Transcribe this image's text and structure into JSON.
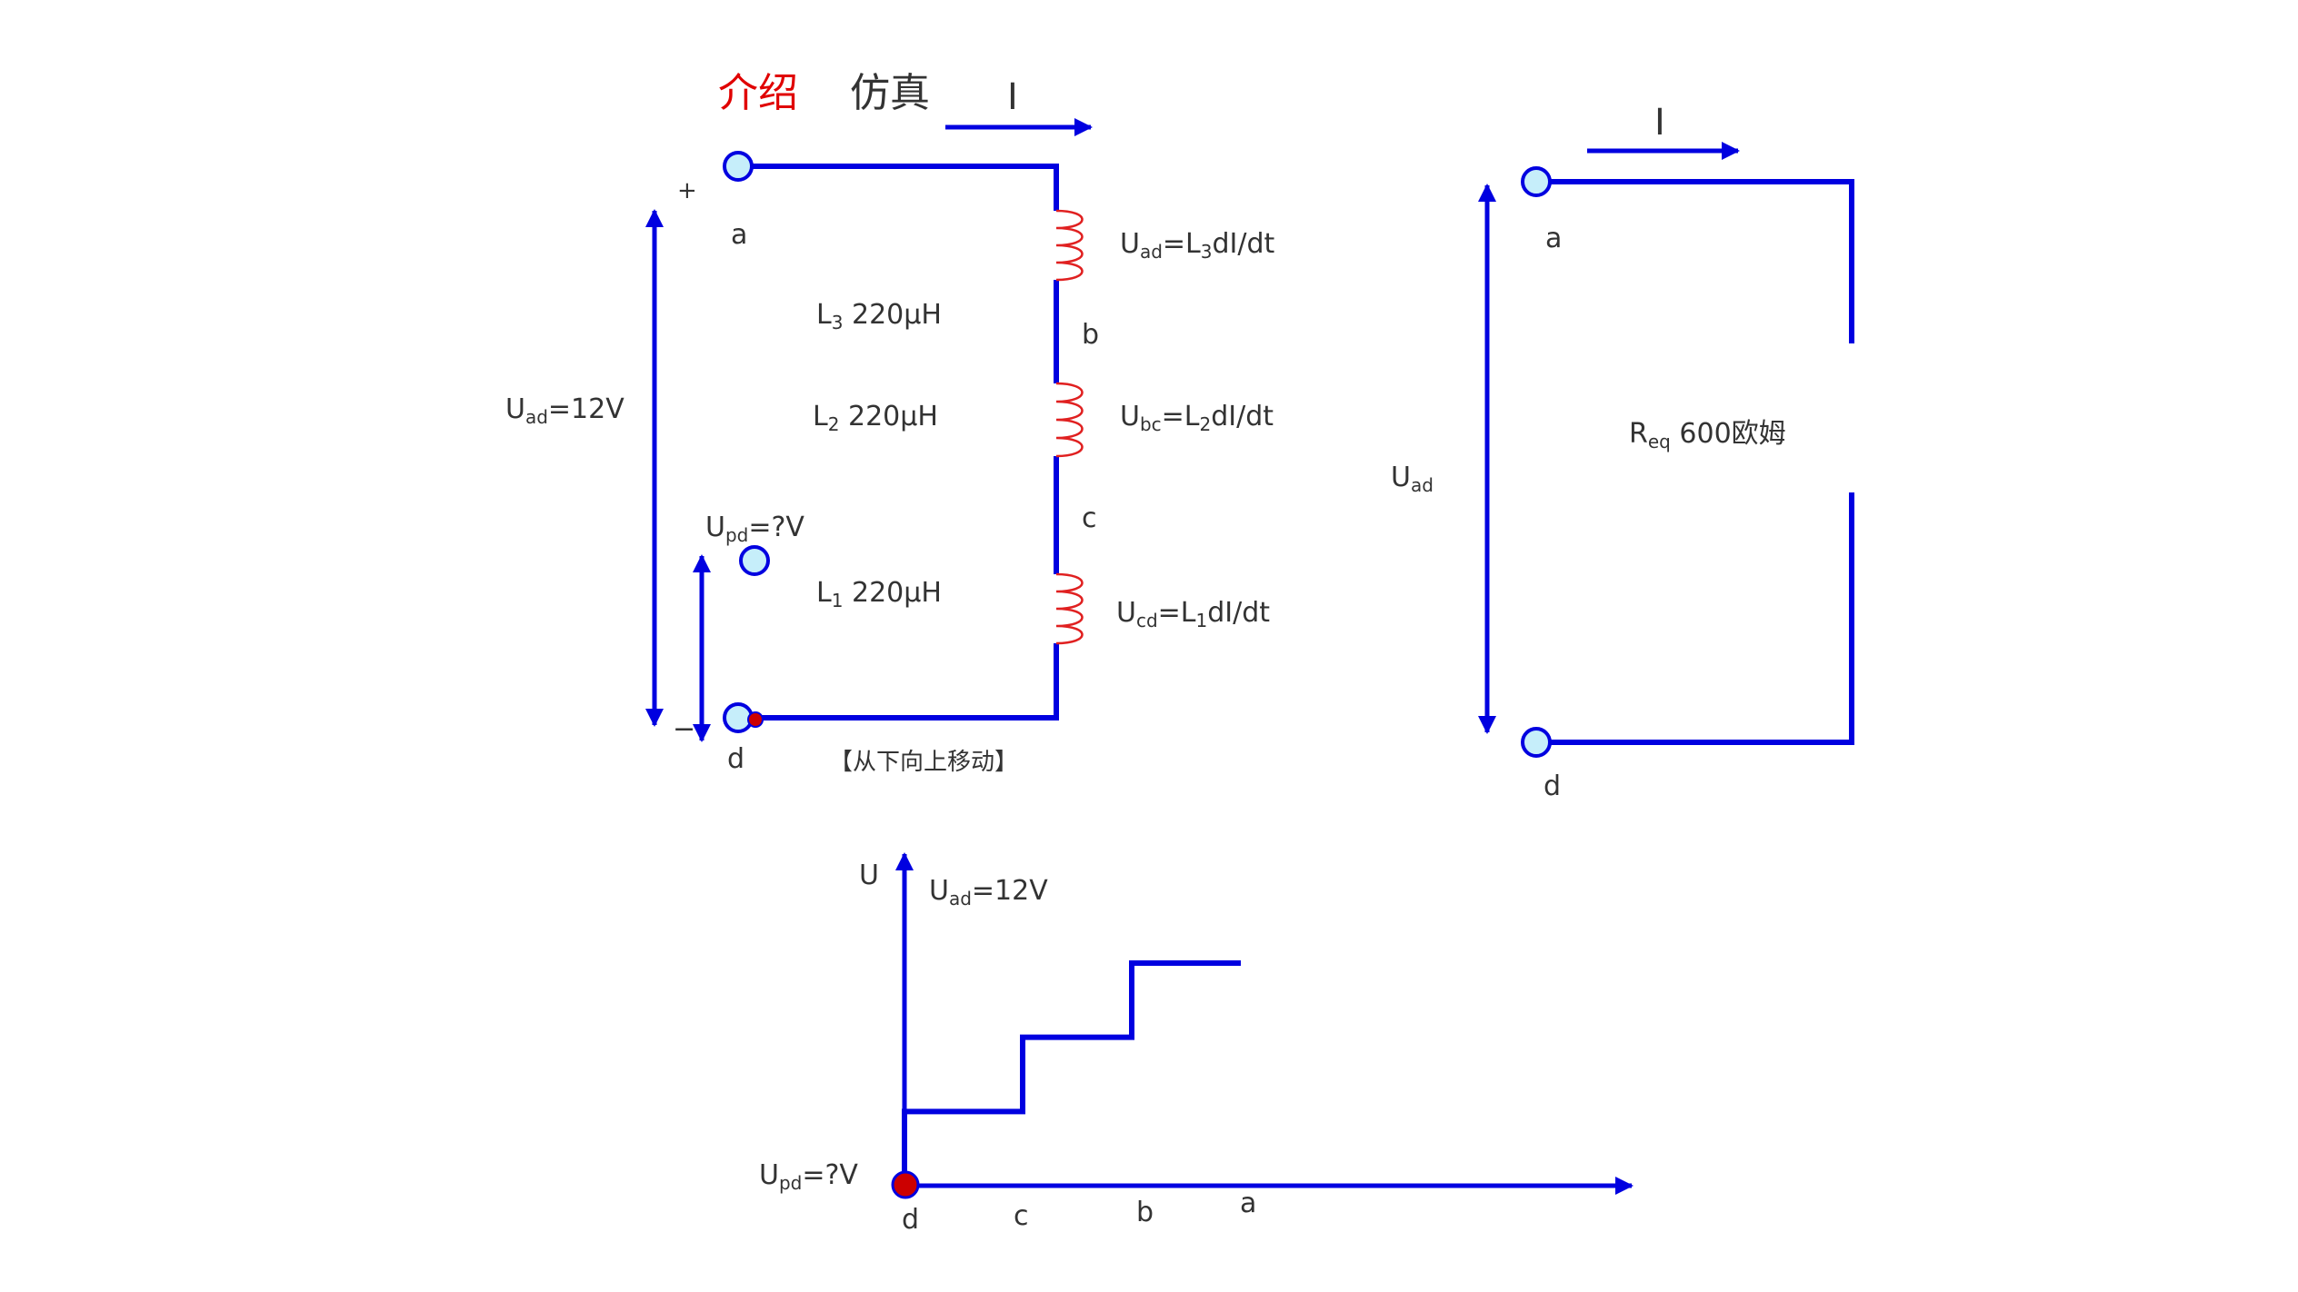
{
  "nav": {
    "intro": "介绍",
    "sim": "仿真",
    "intro_color": "#e00000",
    "sim_color": "#333333"
  },
  "colors": {
    "wire": "#0000e0",
    "node_fill": "#c6eefa",
    "coil": "#e02020",
    "probe": "#cc0000"
  },
  "left_circuit": {
    "current": "I",
    "plus": "+",
    "minus": "−",
    "node_a": "a",
    "node_b": "b",
    "node_c": "c",
    "node_d": "d",
    "u_ad": {
      "main": "U",
      "sub": "ad",
      "rest": "=12V"
    },
    "u_pd": {
      "main": "U",
      "sub": "pd",
      "rest": "=?V"
    },
    "L3": {
      "main": "L",
      "sub": "3",
      "rest": " 220μH"
    },
    "L2": {
      "main": "L",
      "sub": "2",
      "rest": " 220μH"
    },
    "L1": {
      "main": "L",
      "sub": "1",
      "rest": " 220μH"
    },
    "eq_ad": {
      "main": "U",
      "sub": "ad",
      "mid": "=L",
      "sub2": "3",
      "rest": "dI/dt"
    },
    "eq_bc": {
      "main": "U",
      "sub": "bc",
      "mid": "=L",
      "sub2": "2",
      "rest": "dI/dt"
    },
    "eq_cd": {
      "main": "U",
      "sub": "cd",
      "mid": "=L",
      "sub2": "1",
      "rest": "dI/dt"
    },
    "hint": "【从下向上移动】"
  },
  "right_circuit": {
    "current": "I",
    "node_a": "a",
    "node_d": "d",
    "u_ad": {
      "main": "U",
      "sub": "ad"
    },
    "req": {
      "main": "R",
      "sub": "eq",
      "rest": " 600欧姆"
    }
  },
  "graph": {
    "y_axis": "U",
    "u_ad": {
      "main": "U",
      "sub": "ad",
      "rest": "=12V"
    },
    "u_pd": {
      "main": "U",
      "sub": "pd",
      "rest": "=?V"
    },
    "x_d": "d",
    "x_c": "c",
    "x_b": "b",
    "x_a": "a"
  },
  "chart_data": {
    "type": "line",
    "title": "",
    "xlabel": "",
    "ylabel": "U",
    "categories": [
      "d",
      "c",
      "b",
      "a"
    ],
    "values": [
      4,
      8,
      12
    ],
    "step": true
  }
}
